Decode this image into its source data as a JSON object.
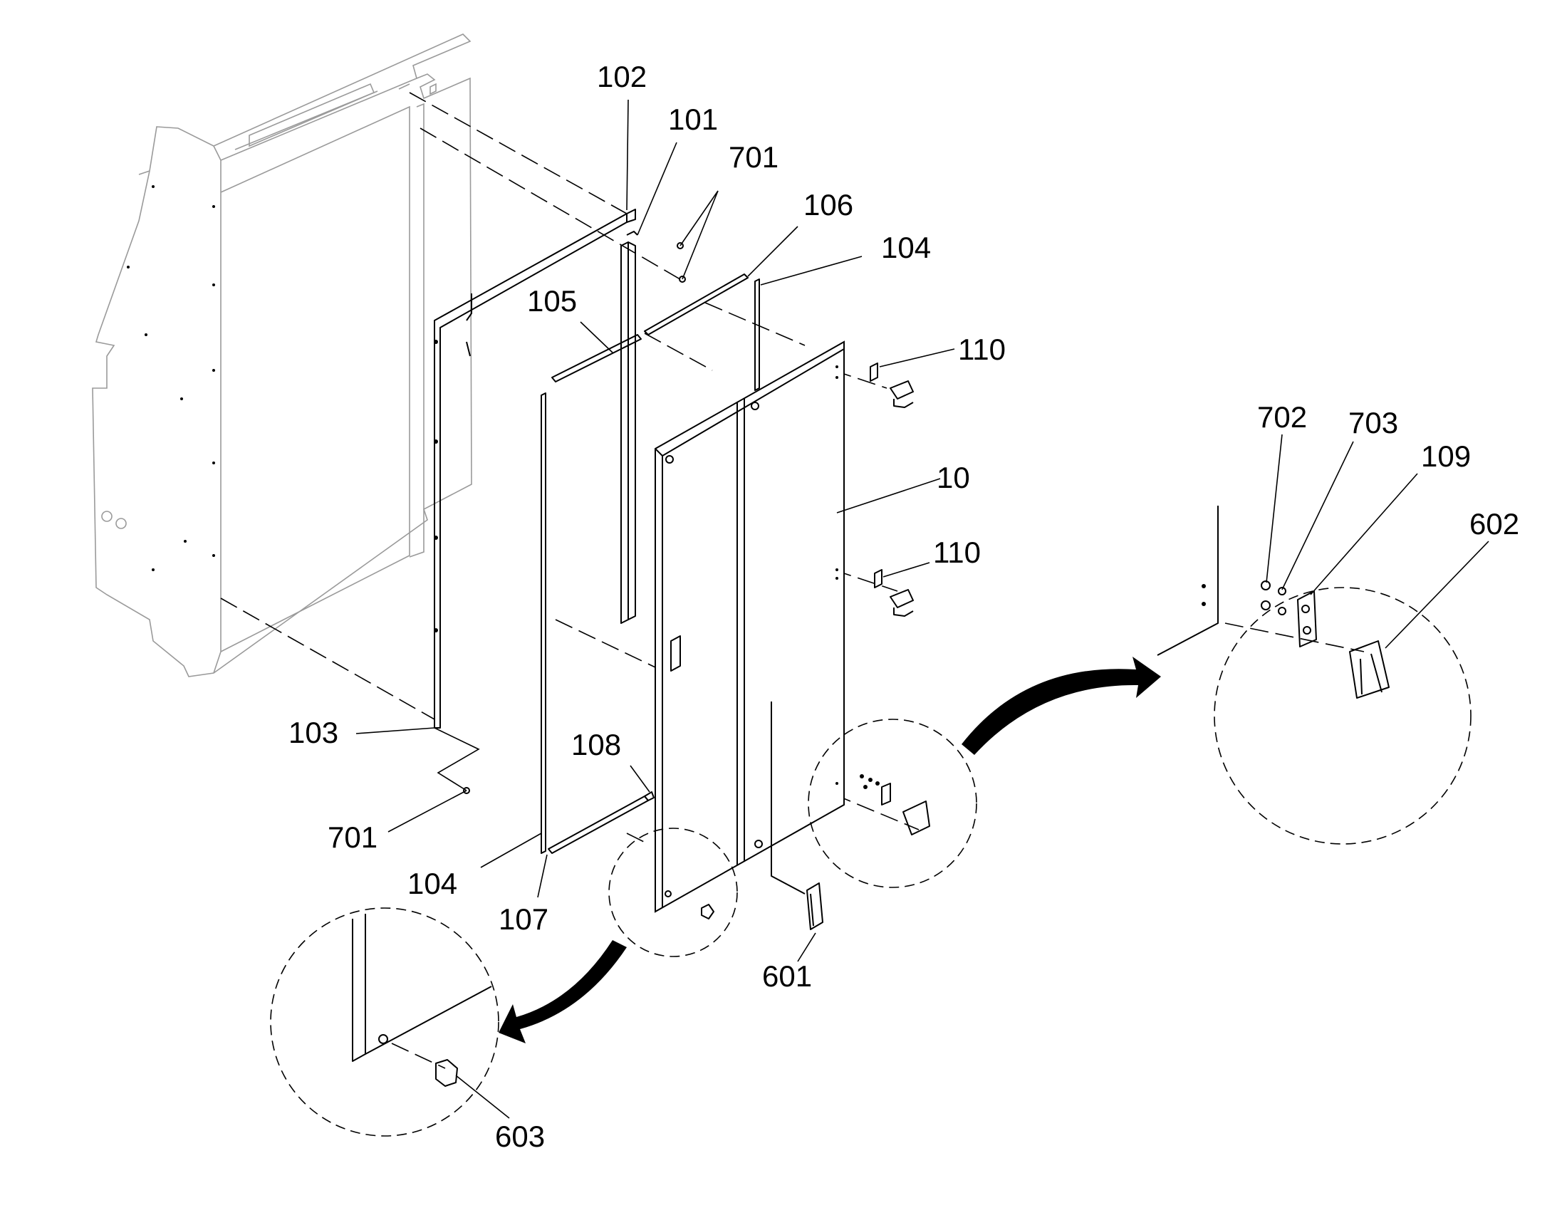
{
  "callouts": [
    {
      "id": "c-102",
      "text": "102"
    },
    {
      "id": "c-101",
      "text": "101"
    },
    {
      "id": "c-701a",
      "text": "701"
    },
    {
      "id": "c-106",
      "text": "106"
    },
    {
      "id": "c-104a",
      "text": "104"
    },
    {
      "id": "c-105",
      "text": "105"
    },
    {
      "id": "c-110a",
      "text": "110"
    },
    {
      "id": "c-10",
      "text": "10"
    },
    {
      "id": "c-110b",
      "text": "110"
    },
    {
      "id": "c-702",
      "text": "702"
    },
    {
      "id": "c-703",
      "text": "703"
    },
    {
      "id": "c-109",
      "text": "109"
    },
    {
      "id": "c-602",
      "text": "602"
    },
    {
      "id": "c-103",
      "text": "103"
    },
    {
      "id": "c-108",
      "text": "108"
    },
    {
      "id": "c-701b",
      "text": "701"
    },
    {
      "id": "c-104b",
      "text": "104"
    },
    {
      "id": "c-107",
      "text": "107"
    },
    {
      "id": "c-601",
      "text": "601"
    },
    {
      "id": "c-603",
      "text": "603"
    }
  ]
}
